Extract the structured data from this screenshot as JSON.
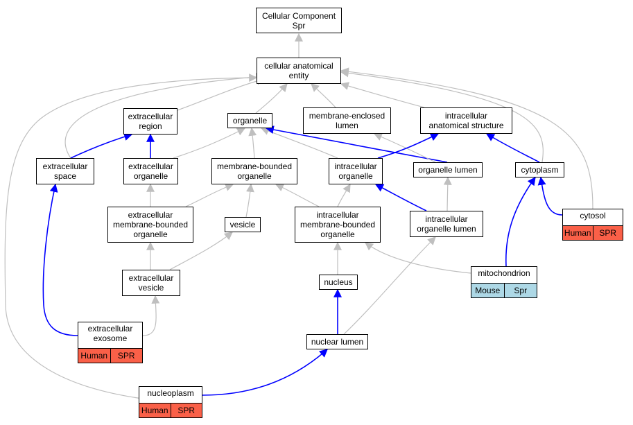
{
  "colors": {
    "is_a_edge": "#bfbfbf",
    "part_of_edge": "#0000ff",
    "human_tag": "#fa6048",
    "mouse_tag": "#add8e6",
    "node_border": "#000000"
  },
  "nodes": {
    "cellular_component": {
      "label": "Cellular Component\nSpr"
    },
    "cellular_anatomical_entity": {
      "label": "cellular anatomical\nentity"
    },
    "extracellular_region": {
      "label": "extracellular\nregion"
    },
    "organelle": {
      "label": "organelle"
    },
    "membrane_enclosed_lumen": {
      "label": "membrane-enclosed\nlumen"
    },
    "intracellular_anatomical_structure": {
      "label": "intracellular\nanatomical structure"
    },
    "extracellular_space": {
      "label": "extracellular\nspace"
    },
    "extracellular_organelle": {
      "label": "extracellular\norganelle"
    },
    "membrane_bounded_organelle": {
      "label": "membrane-bounded\norganelle"
    },
    "intracellular_organelle": {
      "label": "intracellular\norganelle"
    },
    "organelle_lumen": {
      "label": "organelle lumen"
    },
    "cytoplasm": {
      "label": "cytoplasm"
    },
    "cytosol": {
      "label": "cytosol",
      "tags": [
        "Human",
        "SPR"
      ]
    },
    "extracellular_mb_organelle": {
      "label": "extracellular\nmembrane-bounded\norganelle"
    },
    "vesicle": {
      "label": "vesicle"
    },
    "intracellular_mb_organelle": {
      "label": "intracellular\nmembrane-bounded\norganelle"
    },
    "intracellular_organelle_lumen": {
      "label": "intracellular\norganelle lumen"
    },
    "extracellular_vesicle": {
      "label": "extracellular\nvesicle"
    },
    "nucleus": {
      "label": "nucleus"
    },
    "mitochondrion": {
      "label": "mitochondrion",
      "tags": [
        "Mouse",
        "Spr"
      ]
    },
    "extracellular_exosome": {
      "label": "extracellular\nexosome",
      "tags": [
        "Human",
        "SPR"
      ]
    },
    "nuclear_lumen": {
      "label": "nuclear lumen"
    },
    "nucleoplasm": {
      "label": "nucleoplasm",
      "tags": [
        "Human",
        "SPR"
      ]
    }
  }
}
